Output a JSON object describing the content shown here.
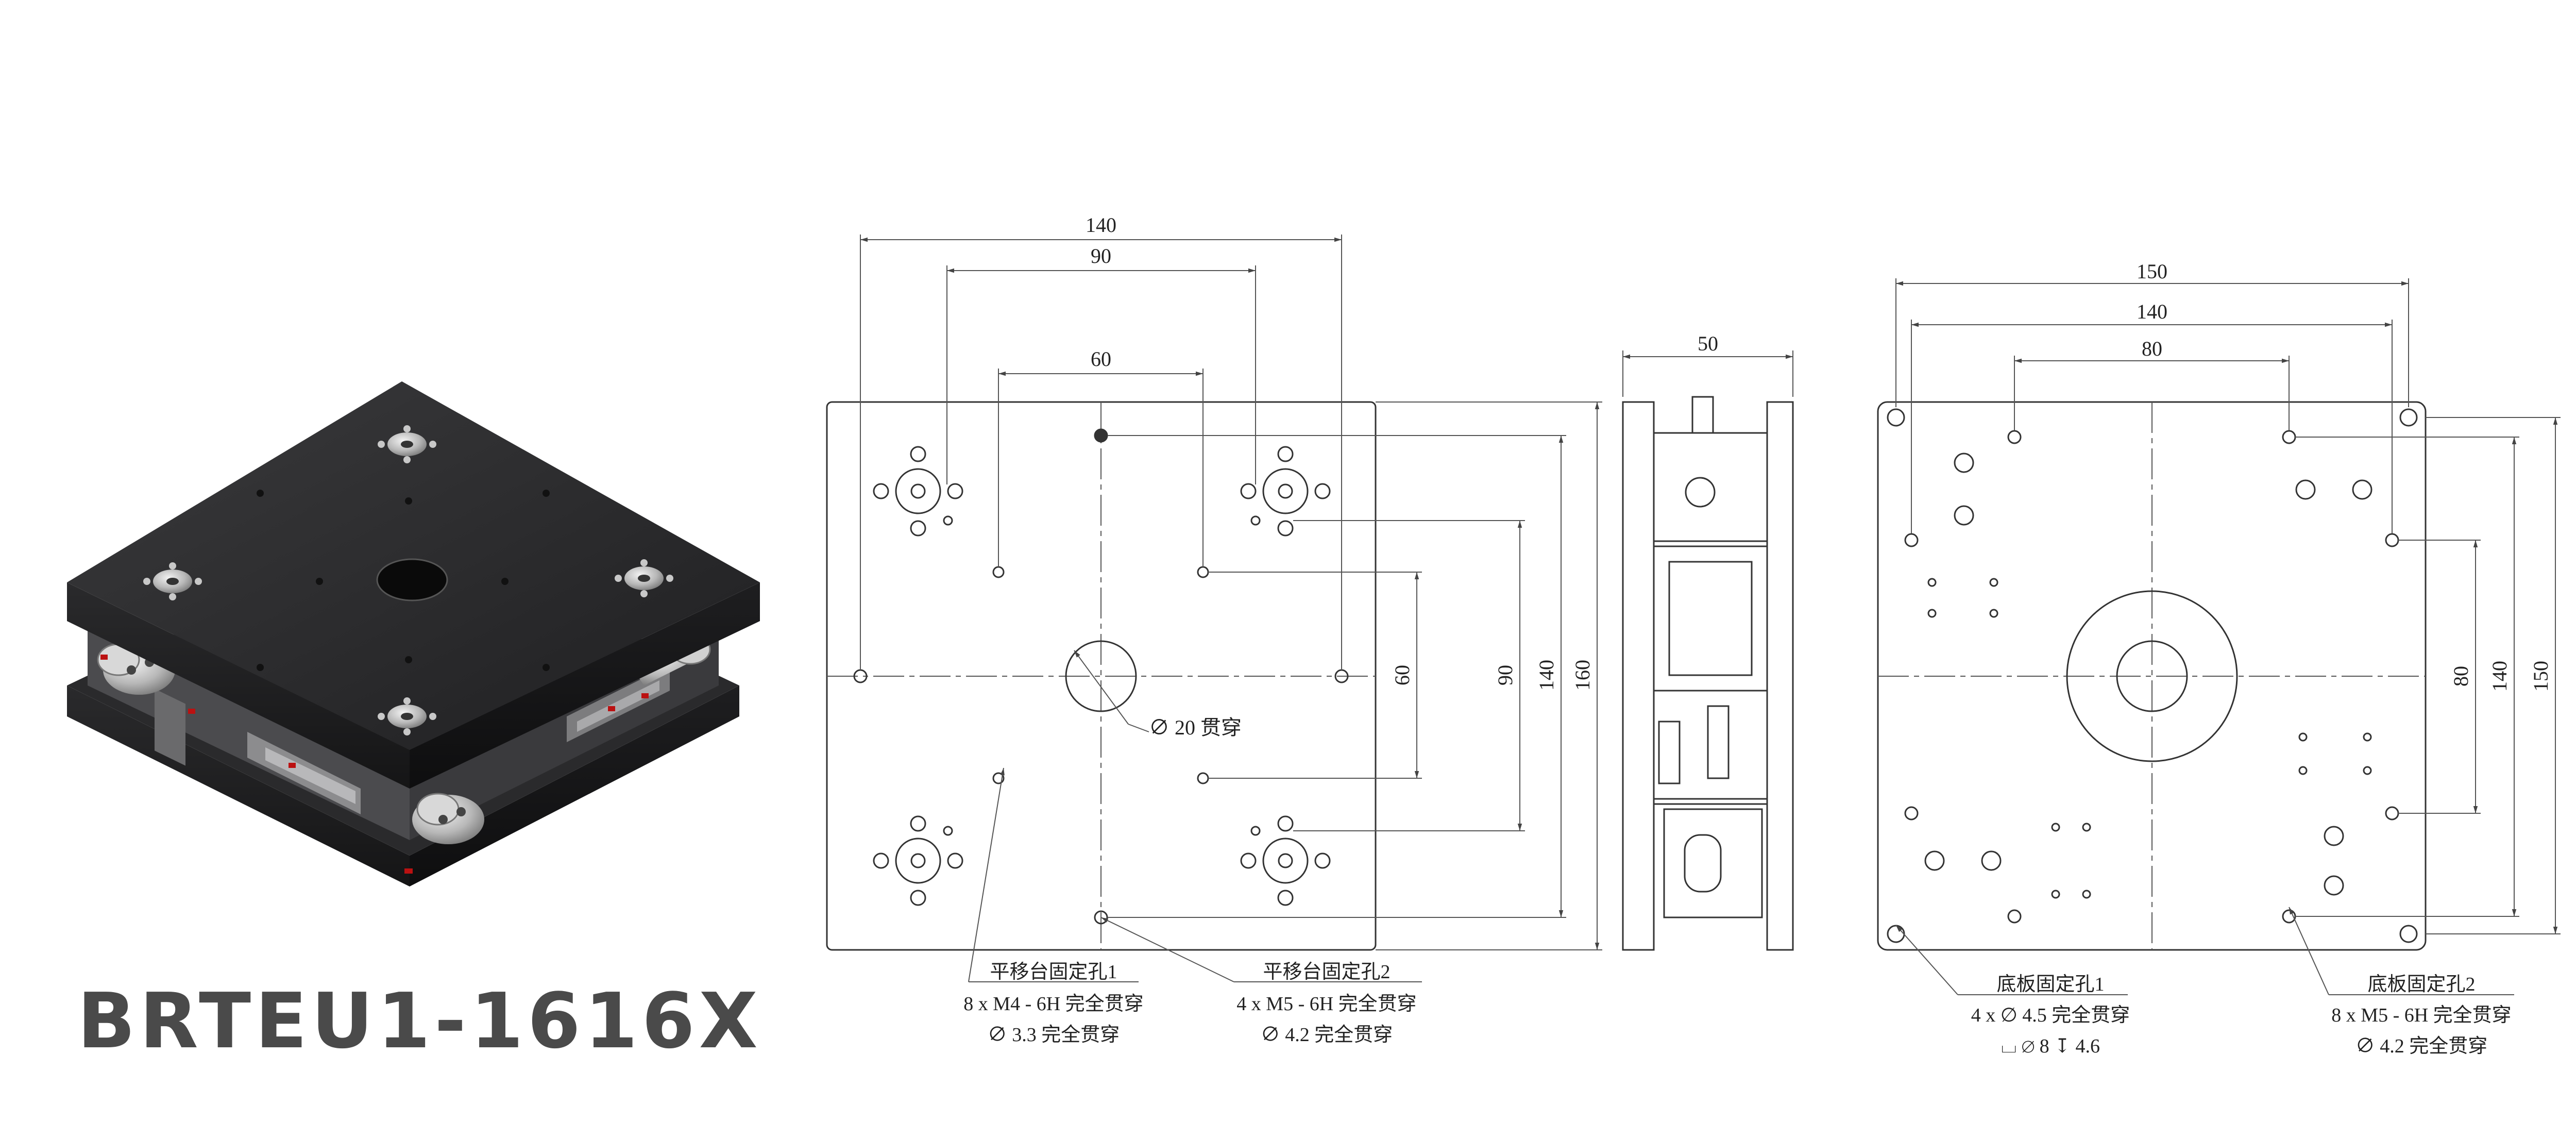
{
  "product_name": "BRTEU1-1616X",
  "colors": {
    "line": "#333333",
    "dim_line": "#5a5a5a",
    "plate_dark": "#2b2b2d",
    "text_dark": "#4a4a4a"
  },
  "top_view": {
    "dims": {
      "top_140": "140",
      "top_90": "90",
      "top_60": "60",
      "right_60": "60",
      "right_90": "90",
      "right_140": "140",
      "right_160": "160"
    },
    "center_hole_note": "∅ 20 贯穿",
    "note1": {
      "title": "平移台固定孔1",
      "line1": "8 x  M4 - 6H 完全贯穿",
      "line2": "∅ 3.3 完全贯穿"
    },
    "note2": {
      "title": "平移台固定孔2",
      "line1": "4 x  M5 - 6H 完全贯穿",
      "line2": "∅ 4.2 完全贯穿"
    }
  },
  "side_view": {
    "dims": {
      "width_50": "50"
    }
  },
  "bottom_view": {
    "dims": {
      "top_150": "150",
      "top_140": "140",
      "top_80": "80",
      "right_80": "80",
      "right_140": "140",
      "right_150": "150"
    },
    "note1": {
      "title": "底板固定孔1",
      "line1": "4 x ∅ 4.5 完全贯穿",
      "line2": "⌴ ∅ 8 ↧ 4.6"
    },
    "note2": {
      "title": "底板固定孔2",
      "line1": "8 x  M5 - 6H 完全贯穿",
      "line2": "∅ 4.2 完全贯穿"
    }
  }
}
